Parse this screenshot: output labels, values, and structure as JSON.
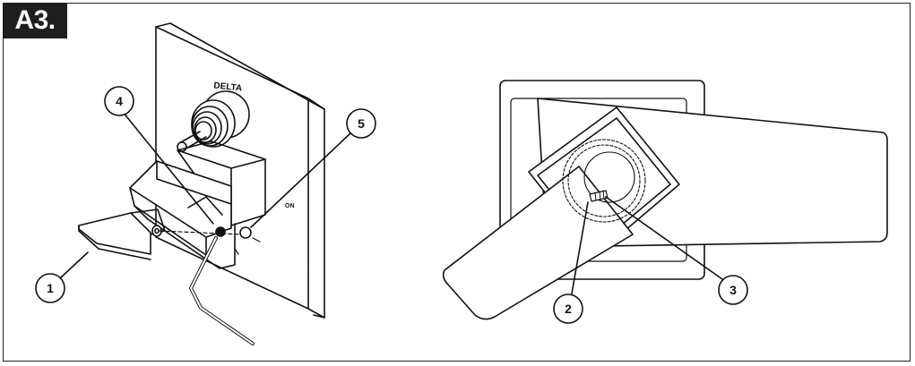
{
  "step_badge": "A3.",
  "brand_label": "DELTA",
  "on_label": "ON",
  "callouts": [
    "1",
    "2",
    "3",
    "4",
    "5"
  ],
  "colors": {
    "ink": "#111111",
    "badge_bg": "#1e1e1e",
    "badge_text": "#ffffff",
    "background": "#ffffff"
  }
}
